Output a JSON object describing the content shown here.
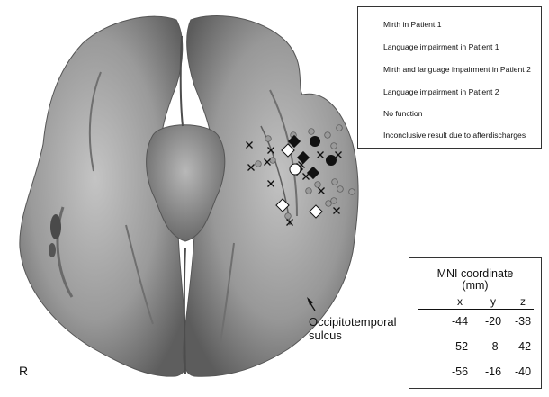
{
  "legend": {
    "items": [
      {
        "label": "Mirth in Patient 1",
        "symbol": "open-circle-icon"
      },
      {
        "label": "Language impairment in Patient 1",
        "symbol": "open-diamond-icon"
      },
      {
        "label": "Mirth and language impairment in Patient 2",
        "symbol": "filled-circle-icon"
      },
      {
        "label": "Language impairment in Patient 2",
        "symbol": "filled-diamond-icon"
      },
      {
        "label": "No function",
        "symbol": "gray-dot-icon"
      },
      {
        "label": "Inconclusive result due to afterdischarges",
        "symbol": "cross-icon"
      }
    ]
  },
  "mni_table": {
    "title_line1": "MNI coordinate",
    "title_line2": "(mm)",
    "headers": [
      "x",
      "y",
      "z"
    ],
    "rows": [
      {
        "symbol": "open-circle-icon",
        "values": [
          "-44",
          "-20",
          "-38"
        ]
      },
      {
        "symbol": "filled-circle-icon",
        "values": [
          "-52",
          "-8",
          "-42"
        ]
      },
      {
        "symbol": "",
        "values": [
          "-56",
          "-16",
          "-40"
        ]
      }
    ]
  },
  "annotations": {
    "sulcus_line1": "Occipitotemporal",
    "sulcus_line2": "sulcus",
    "side_label": "R"
  },
  "colors": {
    "brain": "#8f8f8f",
    "no_function_dot": "#9a9a9a",
    "ink": "#111111"
  }
}
